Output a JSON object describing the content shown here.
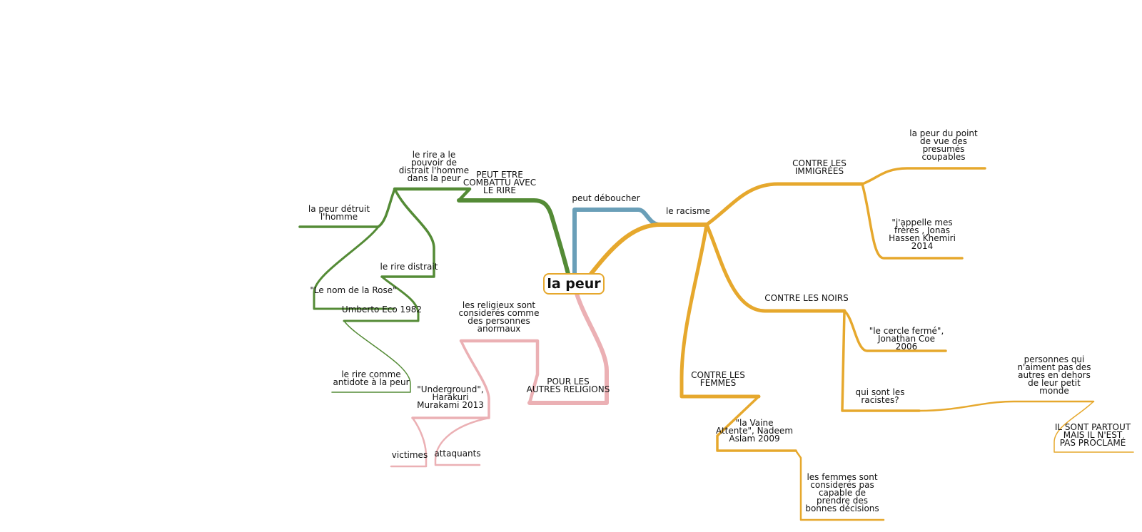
{
  "colors": {
    "green": "#548b36",
    "blue": "#6a9fb8",
    "orange": "#e6a82d",
    "pink": "#ebb0b4",
    "root_border": "#e6a82d",
    "text": "#111111"
  },
  "root": {
    "label": "la peur"
  },
  "green": {
    "peut_etre": [
      "PEUT ETRE",
      "COMBATTU AVEC",
      "LE RIRE"
    ],
    "le_rire_a": [
      "le rire a le",
      "pouvoir de",
      "distrait l'homme",
      "dans la peur"
    ],
    "detruit": [
      "la peur détruit",
      "l'homme"
    ],
    "rire_distrait": "le rire distrait",
    "nom_rose": "\"Le nom de la Rose\"",
    "eco": "Umberto Eco 1982",
    "antidote": [
      "le rire comme",
      "antidote à la peur"
    ]
  },
  "blue": {
    "label": "peut déboucher"
  },
  "orange": {
    "racisme": "le racisme",
    "immigrees": [
      "CONTRE LES",
      "IMMIGRÉES"
    ],
    "presumes": [
      "la peur du point",
      "de vue des",
      "presumés",
      "coupables"
    ],
    "khemiri": [
      "\"j'appelle mes",
      "frères , Jonas",
      "Hassen Khemiri",
      "2014"
    ],
    "noirs": "CONTRE LES NOIRS",
    "cercle": [
      "\"le cercle fermé\",",
      "Jonathan Coe",
      "2006"
    ],
    "racistes": [
      "qui sont les",
      "racistes?"
    ],
    "personnes": [
      "personnes qui",
      "n'aiment pas des",
      "autres en dehors",
      "de leur petit",
      "monde"
    ],
    "partout": [
      "IL SONT PARTOUT",
      "MAIS IL N'EST",
      "PAS PROCLAMÉ"
    ],
    "femmes": [
      "CONTRE LES",
      "FEMMES"
    ],
    "vaine": [
      "\"la Vaine",
      "Attente\", Nadeem",
      "Aslam 2009"
    ],
    "capable": [
      "les femmes sont",
      "considerés pas",
      "capable de",
      "prendre des",
      "bonnes décisions"
    ]
  },
  "pink": {
    "religions": [
      "POUR LES",
      "AUTRES RELIGIONS"
    ],
    "religieux": [
      "les religieux sont",
      "considerés comme",
      "des personnes",
      "anormaux"
    ],
    "underground": [
      "\"Underground\",",
      "Harakuri",
      "Murakami 2013"
    ],
    "victimes": "victimes",
    "attaquants": "attaquants"
  }
}
